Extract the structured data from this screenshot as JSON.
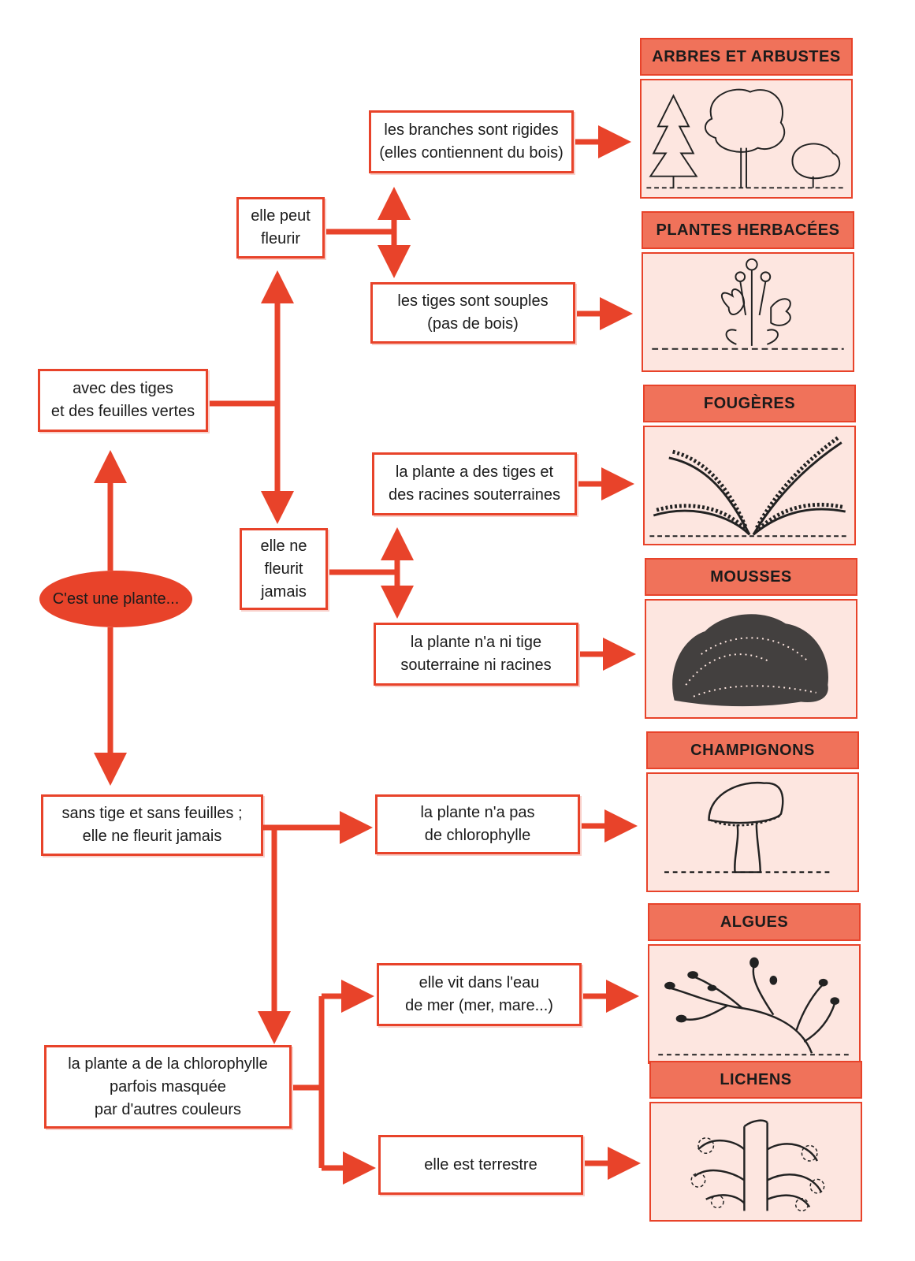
{
  "root": {
    "label": "C'est une plante..."
  },
  "branches": {
    "green": "avec des tiges\net des feuilles vertes",
    "no_stem": "sans tige et sans feuilles ;\nelle ne fleurit jamais"
  },
  "level2": {
    "flowers": "elle peut\nfleurir",
    "no_flowers": "elle ne\nfleurit\njamais",
    "chlorophyll": "la plante a de la chlorophylle\nparfois masquée\npar  d'autres couleurs"
  },
  "criteria": {
    "rigid": "les branches sont rigides\n(elles contiennent du bois)",
    "supple": "les tiges sont souples\n(pas de bois)",
    "roots": "la plante a des tiges et\ndes racines souterraines",
    "no_roots": "la plante n'a ni  tige\nsouterraine ni racines",
    "no_chloro": "la plante n'a pas\nde chlorophylle",
    "water": "elle vit dans l'eau\nde mer   (mer, mare...)",
    "land": "elle est terrestre"
  },
  "categories": [
    {
      "title": "ARBRES ET ARBUSTES",
      "icon": "tree-icon"
    },
    {
      "title": "PLANTES HERBACÉES",
      "icon": "herb-icon"
    },
    {
      "title": "FOUGÈRES",
      "icon": "fern-icon"
    },
    {
      "title": "MOUSSES",
      "icon": "moss-icon"
    },
    {
      "title": "CHAMPIGNONS",
      "icon": "mushroom-icon"
    },
    {
      "title": "ALGUES",
      "icon": "algae-icon"
    },
    {
      "title": "LICHENS",
      "icon": "lichen-icon"
    }
  ],
  "colors": {
    "accent": "#e8432a",
    "title_fill": "#f0725a",
    "panel_fill": "#fde6e0"
  }
}
